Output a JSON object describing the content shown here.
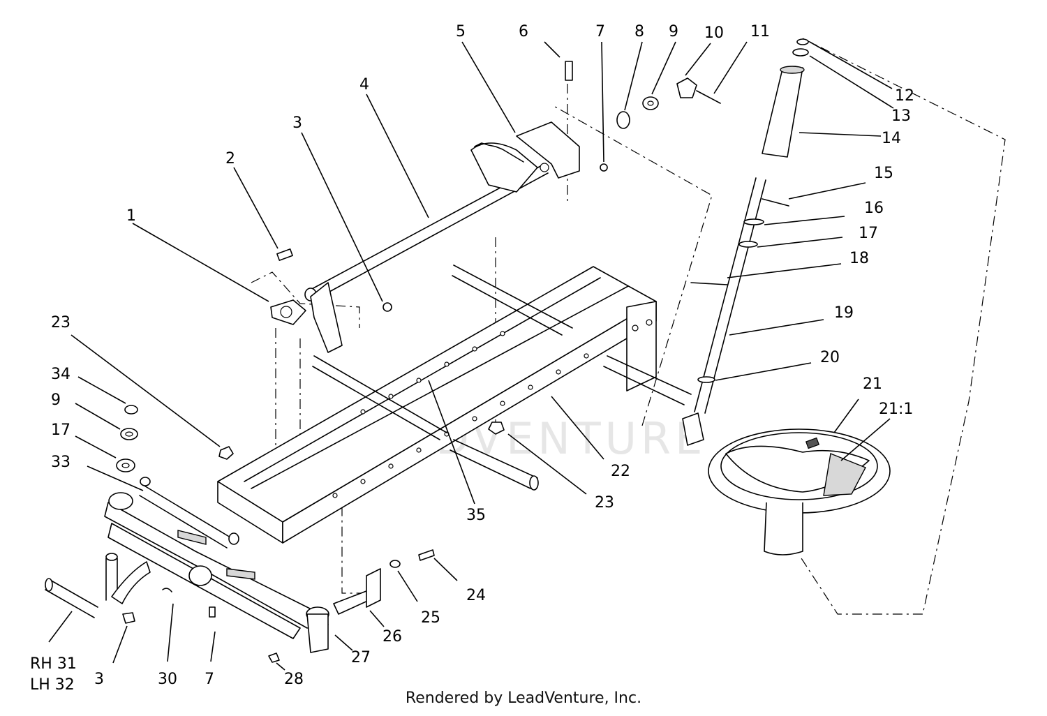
{
  "watermark": "LEADVENTURE",
  "credit": "Rendered by LeadVenture, Inc.",
  "callouts": {
    "p1": "1",
    "p2": "2",
    "p3a": "3",
    "p3b": "3",
    "p4": "4",
    "p5": "5",
    "p6": "6",
    "p7a": "7",
    "p7b": "7",
    "p8": "8",
    "p9a": "9",
    "p9b": "9",
    "p10": "10",
    "p11": "11",
    "p12": "12",
    "p13": "13",
    "p14": "14",
    "p15": "15",
    "p16": "16",
    "p17a": "17",
    "p17b": "17",
    "p18": "18",
    "p19": "19",
    "p20": "20",
    "p21": "21",
    "p21_1": "21:1",
    "p22": "22",
    "p23a": "23",
    "p23b": "23",
    "p24": "24",
    "p25": "25",
    "p26": "26",
    "p27": "27",
    "p28": "28",
    "p30": "30",
    "p33": "33",
    "p34": "34",
    "p35": "35",
    "rh": "RH 31",
    "lh": "LH 32"
  }
}
